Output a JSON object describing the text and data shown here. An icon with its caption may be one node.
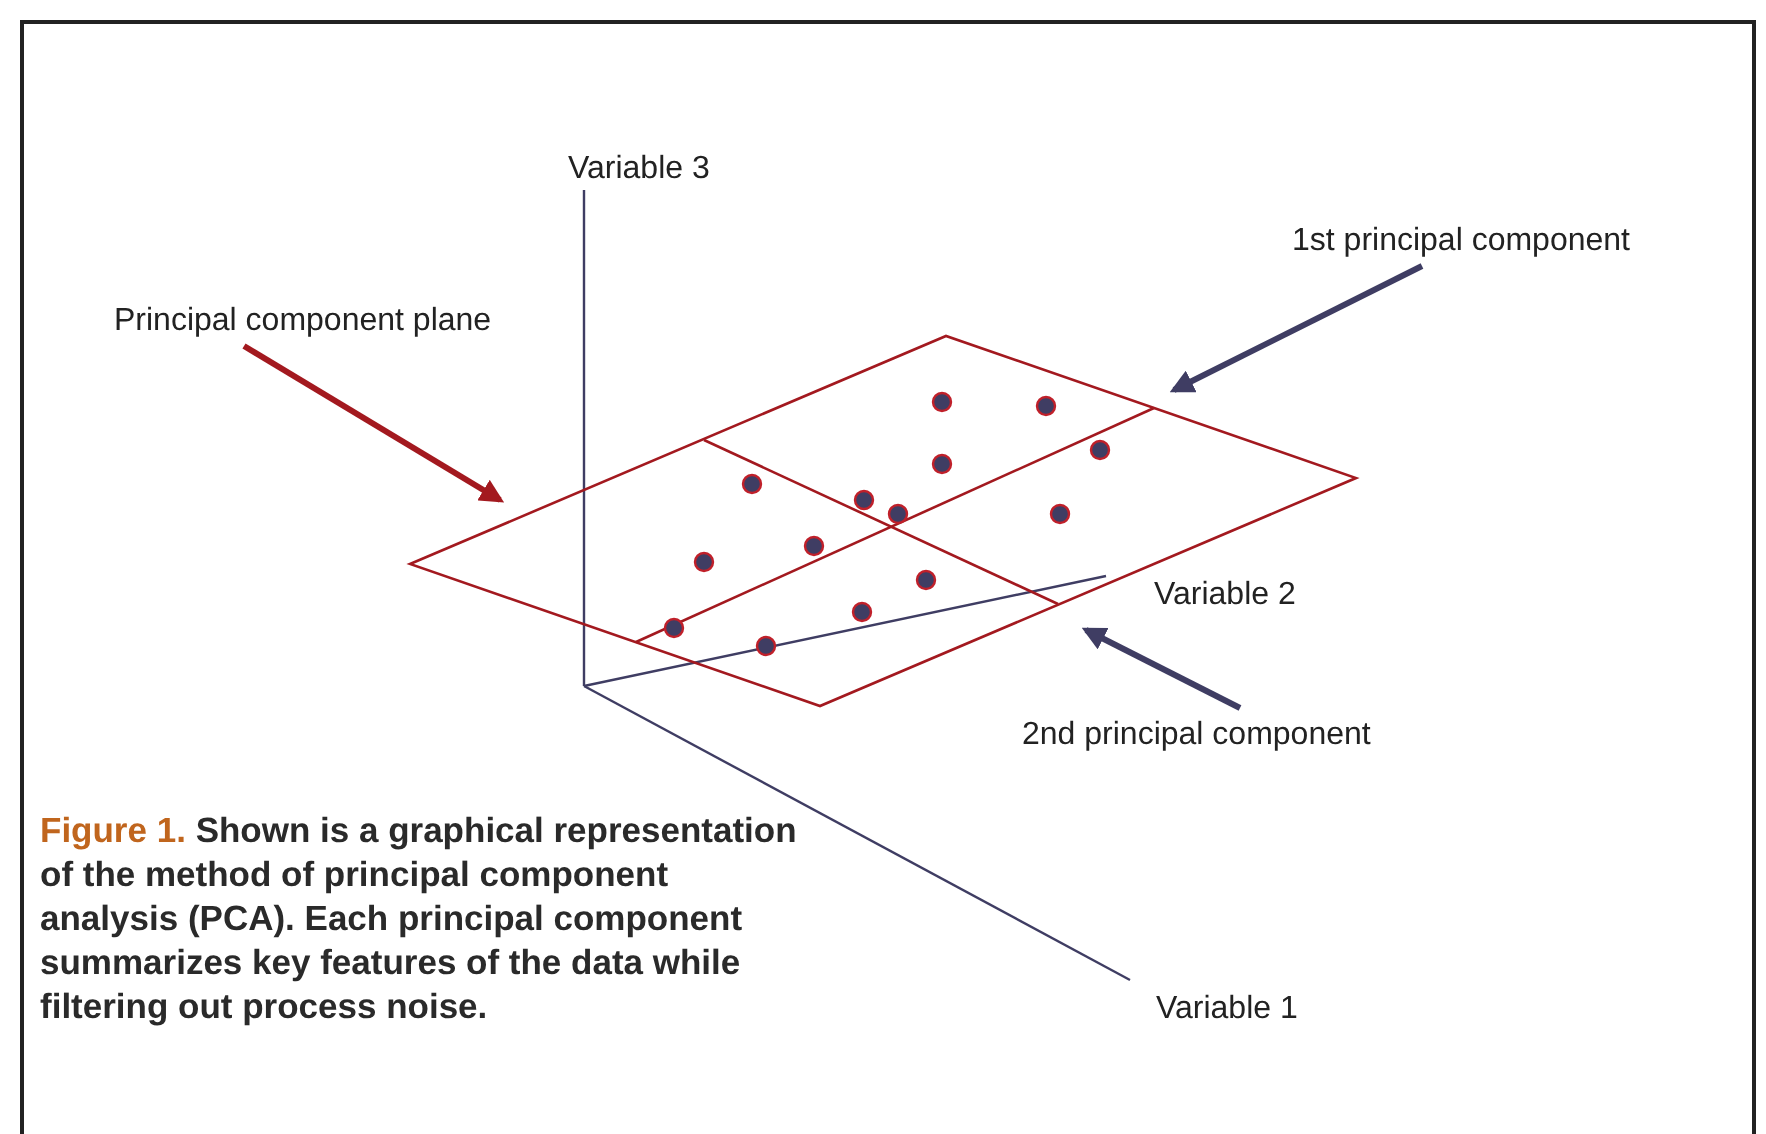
{
  "diagram": {
    "caption": "Shown is a graphical representation of the method of principal component analysis (PCA). Each principal component summarizes key features of the data while filtering out process noise.",
    "nodes": [
      {
        "text": [
          "Variable 3"
        ]
      },
      {
        "text": [
          "1st principal component"
        ]
      },
      {
        "text": [
          "Principal component plane"
        ]
      },
      {
        "text": [],
        "shape": "parallelogram"
      },
      {
        "text": [
          "Variable 2"
        ]
      },
      {
        "text": [
          "2nd principal component"
        ]
      },
      {
        "text": [
          "Variable 1"
        ]
      }
    ],
    "edges": [
      {
        "from": 2,
        "to": 3,
        "arrow": "to",
        "color": "#a3191f"
      },
      {
        "from": 1,
        "to": 3,
        "arrow": "to"
      },
      {
        "from": 5,
        "to": 3,
        "arrow": "to"
      }
    ],
    "labels": [
      "Figure 1."
    ]
  }
}
